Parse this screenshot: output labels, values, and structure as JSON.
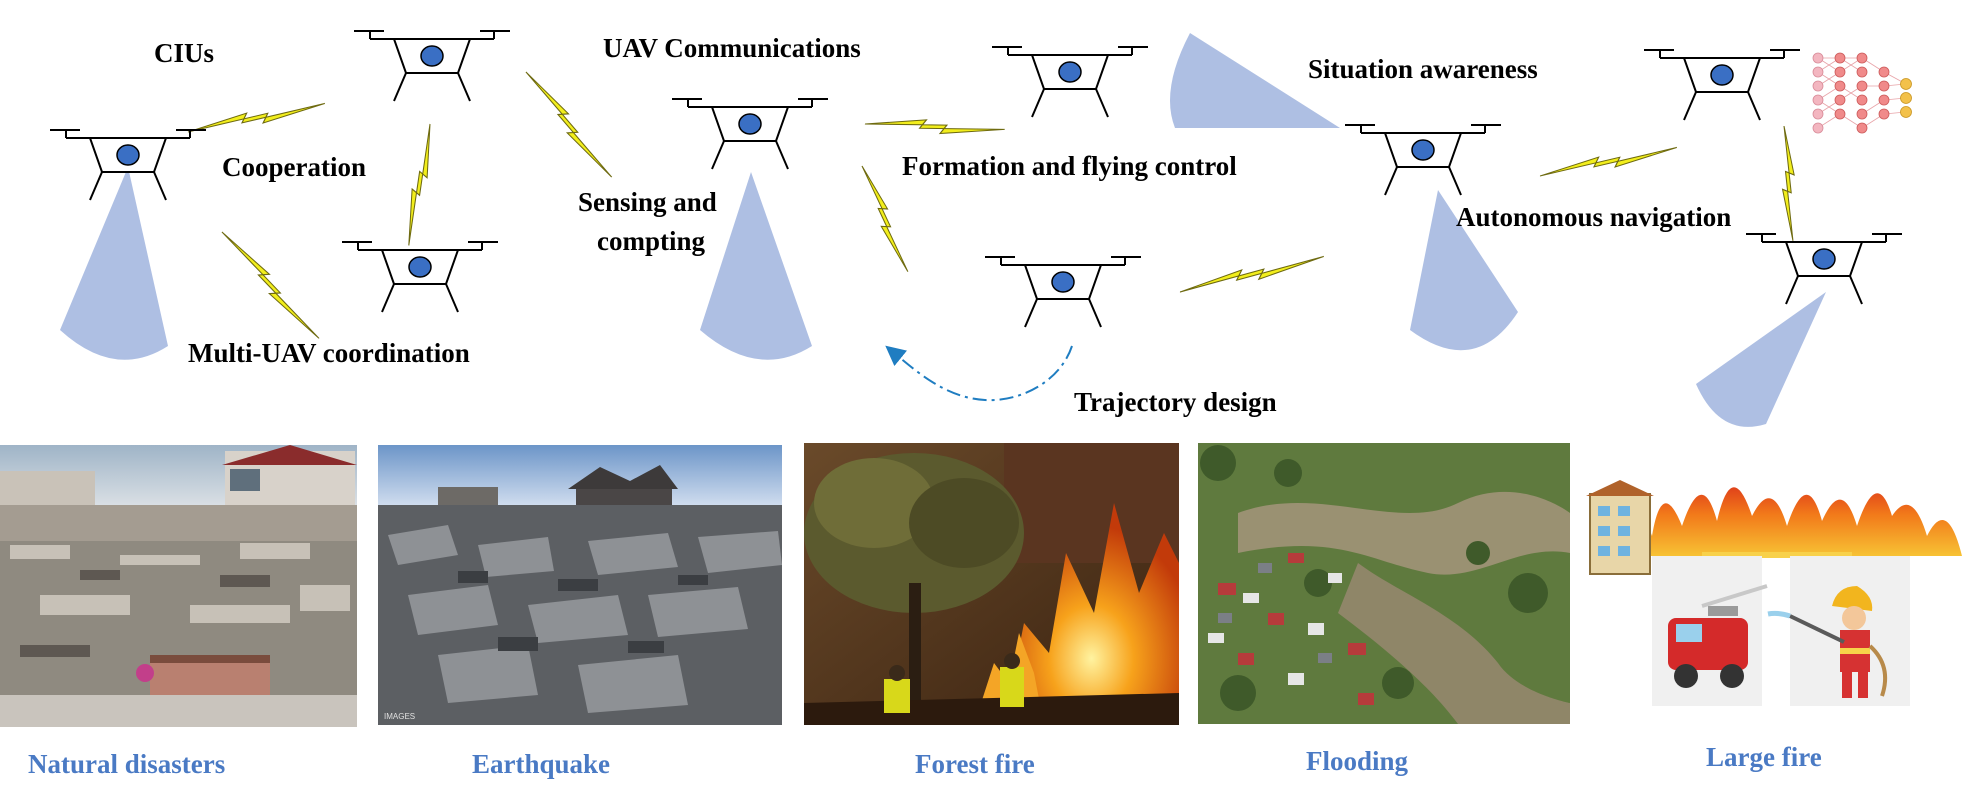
{
  "labels": {
    "cius": "CIUs",
    "uav_communications": "UAV Communications",
    "situation_awareness": "Situation awareness",
    "cooperation": "Cooperation",
    "formation_control": "Formation and flying control",
    "sensing_line1": "Sensing and",
    "sensing_line2": "compting",
    "autonomous_navigation": "Autonomous navigation",
    "multi_uav": "Multi-UAV coordination",
    "trajectory_design": "Trajectory design"
  },
  "captions": {
    "natural_disasters": "Natural disasters",
    "earthquake": "Earthquake",
    "forest_fire": "Forest fire",
    "flooding": "Flooding",
    "large_fire": "Large fire"
  },
  "photo_credit": "IMAGES",
  "colors": {
    "beam": "#aebfe3",
    "drone_body": "#3a6fc4",
    "lightning": "#f2ee1c",
    "trajectory": "#1f7dc1",
    "caption": "#4a7ac4"
  }
}
